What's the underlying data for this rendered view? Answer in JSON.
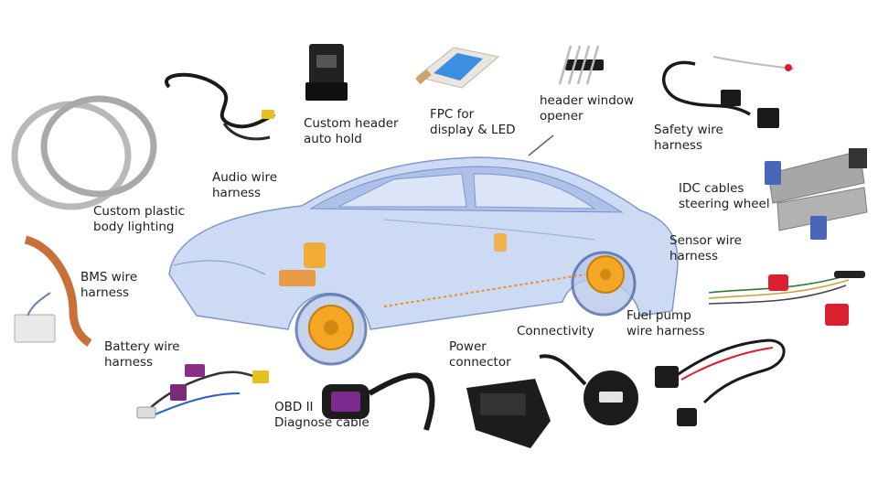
{
  "labels": {
    "body_lighting": [
      "Custom plastic",
      "body lighting"
    ],
    "audio": [
      "Audio wire",
      "harness"
    ],
    "header_hold": [
      "Custom header",
      "auto hold"
    ],
    "fpc": [
      "FPC for",
      "display & LED"
    ],
    "window": [
      "header window",
      "opener"
    ],
    "safety": [
      "Safety wire",
      "harness"
    ],
    "idc": [
      "IDC cables",
      "steering wheel"
    ],
    "sensor": [
      "Sensor wire",
      "harness"
    ],
    "bms": [
      "BMS wire",
      "harness"
    ],
    "battery": [
      "Battery wire",
      "harness"
    ],
    "obd": [
      "OBD II",
      "Diagnose cable"
    ],
    "power": [
      "Power",
      "connector"
    ],
    "connectivity": [
      "Connectivity"
    ],
    "fuel": [
      "Fuel pump",
      "wire harness"
    ]
  },
  "colors": {
    "car_body": "#9fb8e8",
    "car_outline": "#5c7cc0",
    "brake_orange": "#f5a623",
    "wire_dark": "#1a1a1a",
    "ring_gray": "#b9b9b9",
    "connector_red": "#d8202e",
    "ribbon_gray": "#9a9a9a",
    "fpc_blue": "#3c8fe0",
    "purple": "#7a2a7a",
    "copper": "#c8703a"
  }
}
